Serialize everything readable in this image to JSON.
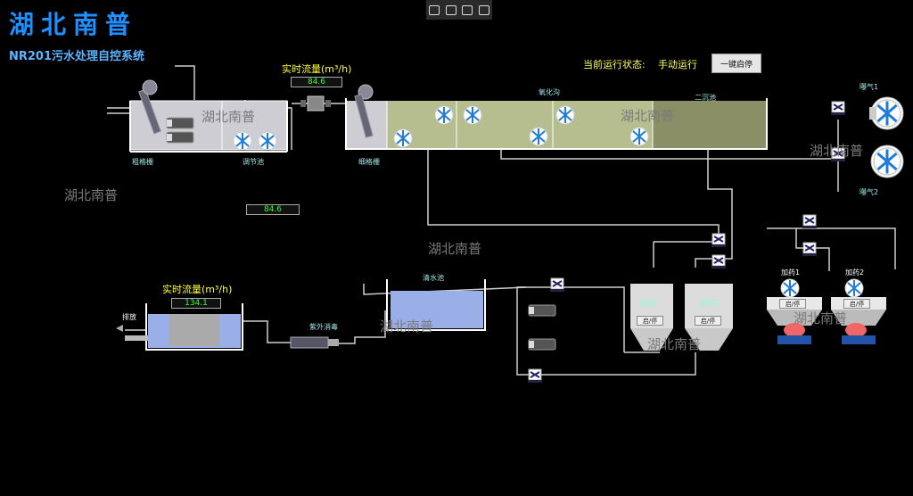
{
  "header": {
    "brand": "湖北南普",
    "subtitle": "NR201污水处理自控系统"
  },
  "status": {
    "label": "当前运行状态:",
    "value": "手动运行",
    "button": "一键启停"
  },
  "flow_top": {
    "label": "实时流量(m³/h)",
    "value": "84.6"
  },
  "flow_mid": {
    "value": "84.6"
  },
  "flow_bottom": {
    "label": "实时流量(m³/h)",
    "value": "134.1"
  },
  "labels": {
    "coarse_screen": "粗格栅",
    "regulating_tank": "调节池",
    "fine_screen": "细格栅",
    "oxidation_ditch": "氧化沟",
    "secondary_clarifier": "二沉池",
    "blower_1": "曝气1",
    "blower_2": "曝气2",
    "clear_water_tank": "清水池",
    "uv_disinfection": "紫外消毒",
    "discharge": "排放",
    "filter_1": "滤池1",
    "filter_2": "滤池2",
    "dosing_1": "加药1",
    "dosing_2": "加药2",
    "start_stop": "启/停"
  },
  "watermark": "湖北南普",
  "colors": {
    "brand": "#1e90ff",
    "status": "#ffff66",
    "readout": "#33ff33",
    "ditch": "#b6bd8e",
    "water": "#9aaee8"
  }
}
